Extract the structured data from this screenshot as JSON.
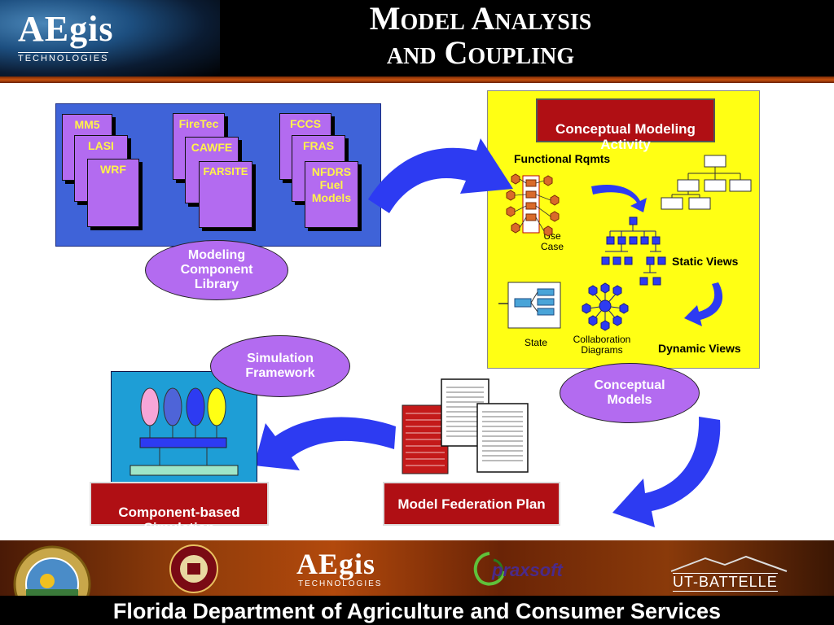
{
  "header": {
    "logo_main": "AEgis",
    "logo_sub": "TECHNOLOGIES",
    "title_line1": "Model Analysis",
    "title_line2": "and Coupling"
  },
  "component_library": {
    "col1": [
      "MM5",
      "LASI",
      "WRF"
    ],
    "col2": [
      "FireTec",
      "CAWFE",
      "FARSITE"
    ],
    "col3": [
      "FCCS",
      "FRAS",
      "NFDRS\nFuel\nModels"
    ],
    "ellipse": "Modeling\nComponent\nLibrary"
  },
  "conceptual_panel": {
    "header": "Conceptual Modeling\nActivity",
    "functional_rqmts": "Functional Rqmts",
    "use_case": "Use\nCase",
    "static_views": "Static Views",
    "state": "State",
    "collaboration": "Collaboration\nDiagrams",
    "dynamic_views": "Dynamic Views",
    "ellipse": "Conceptual\nModels"
  },
  "federation_plan": {
    "label": "Model Federation Plan"
  },
  "simulation": {
    "framework_ellipse": "Simulation\nFramework",
    "component_label": "Component-based\nSimulation"
  },
  "footer": {
    "logos": [
      "AEgis",
      "TECHNOLOGIES",
      "praxsoft",
      "UT-BATTELLE"
    ],
    "text": "Florida Department of Agriculture and Consumer Services"
  },
  "colors": {
    "library_blue": "#3f63d8",
    "doc_purple": "#b36bf0",
    "doc_text_yellow": "#fff34a",
    "panel_yellow": "#ffff14",
    "arrow_blue": "#2d3bf2",
    "label_red": "#b00f14"
  }
}
